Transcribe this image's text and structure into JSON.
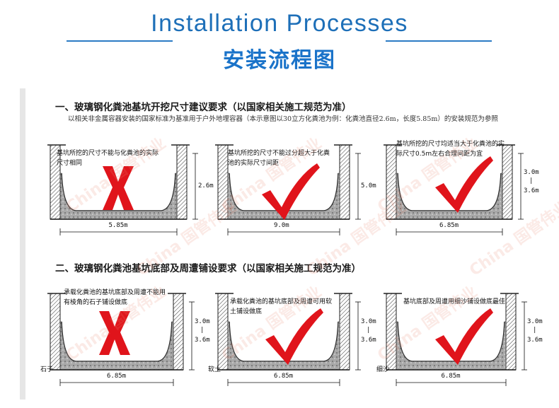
{
  "header": {
    "title_en": "Installation Processes",
    "title_cn": "安装流程图"
  },
  "section1": {
    "heading": "一、玻璃钢化粪池基坑开挖尺寸建议要求（以国家相关施工规范为准）",
    "note": "以相关非金属容器安装的国家标准为基准用于户外地埋容器（本示意图以30立方化粪池为例：化粪池直径2.6m，长度5.85m）的安装规范为参照",
    "panels": [
      {
        "caption": "基坑所挖的尺寸不能与化粪池的实际尺寸相同",
        "width": "5.85m",
        "height": "2.6m",
        "mark": "cross"
      },
      {
        "caption": "基坑所挖的尺寸不能过分超大于化粪池的实际尺寸间距",
        "width": "9.0m",
        "height": "5.0m",
        "mark": "check"
      },
      {
        "caption": "基坑所挖的尺寸均适当大于化粪池的实际尺寸0.5m左右合理间距为宜",
        "width": "6.85m",
        "height_top": "3.0m",
        "height_bottom": "3.6m",
        "mark": "check"
      }
    ]
  },
  "section2": {
    "heading": "二、玻璃钢化粪池基坑底部及周遭铺设要求（以国家相关施工规范为准）",
    "panels": [
      {
        "caption": "承载化粪池的基坑底部及周遭不能用有棱角的石子铺设做底",
        "width": "6.85m",
        "height_top": "3.0m",
        "height_bottom": "3.6m",
        "material": "石子",
        "mark": "cross"
      },
      {
        "caption": "承载化粪池的基坑底部及周遭可用软土铺设做底",
        "width": "6.85m",
        "height_top": "3.0m",
        "height_bottom": "3.6m",
        "material": "软土",
        "mark": "check"
      },
      {
        "caption": "基坑底部及周遭用细沙铺设做底最佳",
        "width": "6.85m",
        "height_top": "3.0m",
        "height_bottom": "3.6m",
        "material": "细沙",
        "mark": "check"
      }
    ]
  },
  "colors": {
    "title_blue": "#1d6fb8",
    "mark_red": "#e0141b",
    "watermark": "#e78a74"
  },
  "watermark": "China 国管伟业"
}
